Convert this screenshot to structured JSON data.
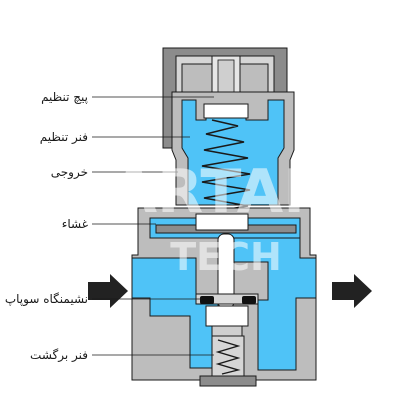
{
  "labels": {
    "adjusting_screw": "پیچ تنظیم",
    "adjusting_spring": "فنر تنظیم",
    "outlet": "خروجی",
    "diaphragm": "غشاء",
    "valve_seat": "نشیمنگاه سوپاپ",
    "return_spring": "فنر برگشت"
  },
  "watermark": {
    "line1": "ARTAN",
    "line2": "TECH"
  },
  "colors": {
    "body_gray": "#bdbdbd",
    "body_light": "#d6d6d6",
    "dark_gray": "#8c8c8c",
    "fluid_blue": "#4fc3f7",
    "black": "#1a1a1a",
    "arrow": "#222222",
    "seal": "#111111"
  },
  "flow": {
    "inlet_arrow": "arrow-right",
    "outlet_arrow": "arrow-right"
  }
}
